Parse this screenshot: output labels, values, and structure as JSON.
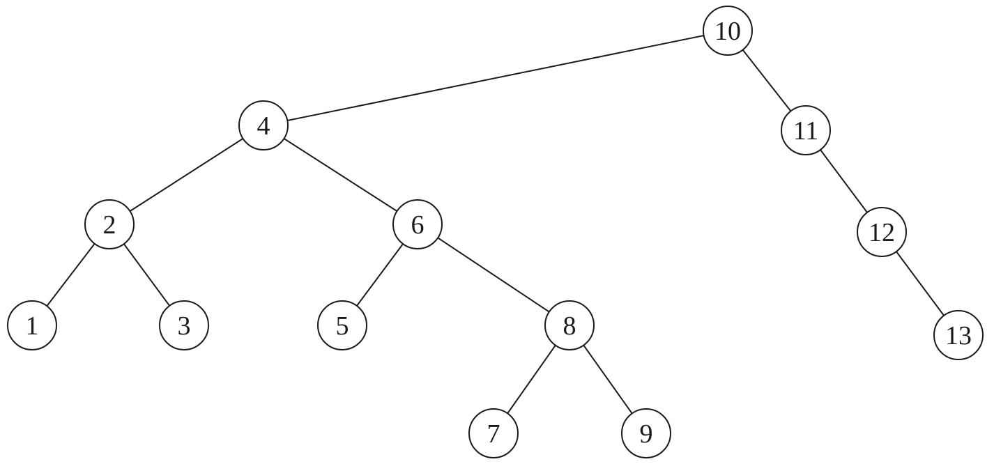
{
  "tree": {
    "nodes": [
      {
        "id": "n10",
        "label": "10"
      },
      {
        "id": "n4",
        "label": "4"
      },
      {
        "id": "n11",
        "label": "11"
      },
      {
        "id": "n2",
        "label": "2"
      },
      {
        "id": "n6",
        "label": "6"
      },
      {
        "id": "n12",
        "label": "12"
      },
      {
        "id": "n1",
        "label": "1"
      },
      {
        "id": "n3",
        "label": "3"
      },
      {
        "id": "n5",
        "label": "5"
      },
      {
        "id": "n8",
        "label": "8"
      },
      {
        "id": "n13",
        "label": "13"
      },
      {
        "id": "n7",
        "label": "7"
      },
      {
        "id": "n9",
        "label": "9"
      }
    ],
    "edges": [
      {
        "from": "n10",
        "to": "n4"
      },
      {
        "from": "n10",
        "to": "n11"
      },
      {
        "from": "n4",
        "to": "n2"
      },
      {
        "from": "n4",
        "to": "n6"
      },
      {
        "from": "n11",
        "to": "n12"
      },
      {
        "from": "n2",
        "to": "n1"
      },
      {
        "from": "n2",
        "to": "n3"
      },
      {
        "from": "n6",
        "to": "n5"
      },
      {
        "from": "n6",
        "to": "n8"
      },
      {
        "from": "n12",
        "to": "n13"
      },
      {
        "from": "n8",
        "to": "n7"
      },
      {
        "from": "n8",
        "to": "n9"
      }
    ],
    "colors": {
      "stroke": "#1a1a1a",
      "fill": "#ffffff",
      "text": "#1a1a1a"
    }
  }
}
